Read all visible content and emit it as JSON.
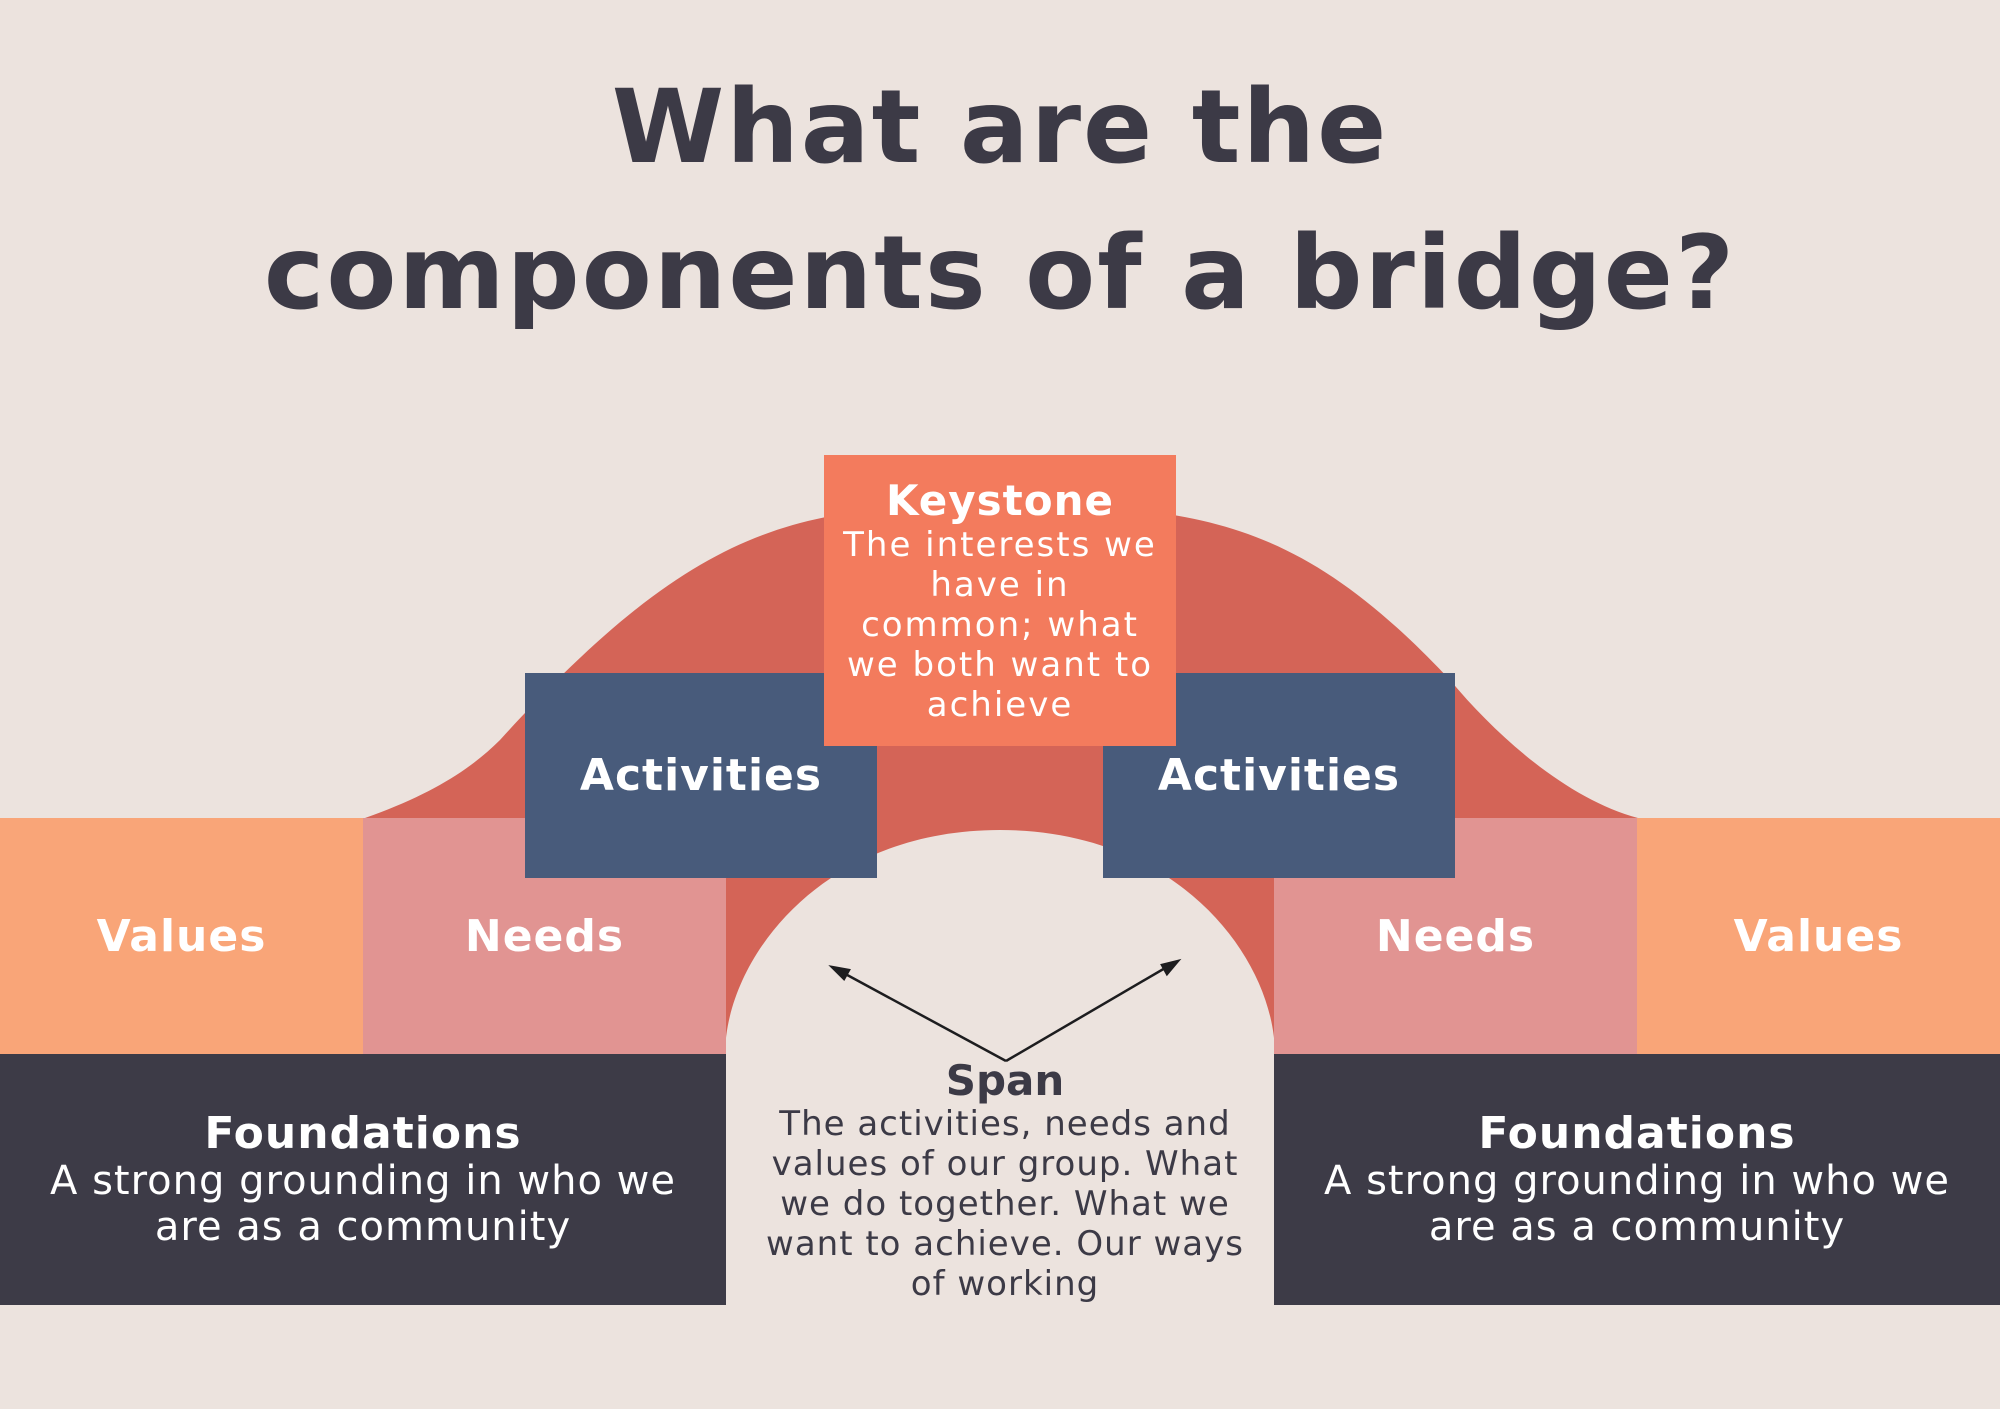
{
  "title": {
    "line1": "What are the",
    "line2": "components of a bridge?"
  },
  "keystone": {
    "title": "Keystone",
    "description": "The interests we have in common; what we both want to achieve"
  },
  "activities": {
    "left": "Activities",
    "right": "Activities"
  },
  "values": {
    "left": "Values",
    "right": "Values"
  },
  "needs": {
    "left": "Needs",
    "right": "Needs"
  },
  "foundations": {
    "left": {
      "title": "Foundations",
      "description": "A strong grounding in who we are as a community"
    },
    "right": {
      "title": "Foundations",
      "description": "A strong grounding in who we are as a community"
    }
  },
  "span": {
    "title": "Span",
    "description": "The activities, needs and values of our group. What we do together. What we want to achieve. Our ways of working"
  },
  "colors": {
    "background": "#ece3de",
    "arch": "#d46457",
    "keystone": "#f37b5d",
    "activities": "#485b7b",
    "values": "#f9a578",
    "needs": "#e19492",
    "foundations": "#3d3b47",
    "text_dark": "#3c3a46"
  }
}
